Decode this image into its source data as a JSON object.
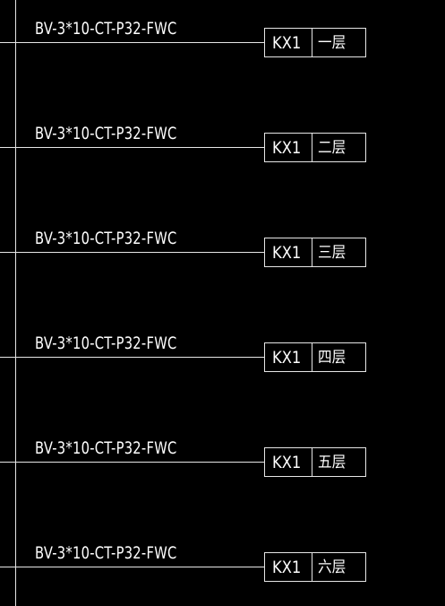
{
  "diagram": {
    "colors": {
      "background": "#000000",
      "line": "#e6e6e6",
      "text": "#ffffff"
    },
    "circuits": [
      {
        "cable": "BV-3*10-CT-P32-FWC",
        "box_id": "KX1",
        "floor": "一层"
      },
      {
        "cable": "BV-3*10-CT-P32-FWC",
        "box_id": "KX1",
        "floor": "二层"
      },
      {
        "cable": "BV-3*10-CT-P32-FWC",
        "box_id": "KX1",
        "floor": "三层"
      },
      {
        "cable": "BV-3*10-CT-P32-FWC",
        "box_id": "KX1",
        "floor": "四层"
      },
      {
        "cable": "BV-3*10-CT-P32-FWC",
        "box_id": "KX1",
        "floor": "五层"
      },
      {
        "cable": "BV-3*10-CT-P32-FWC",
        "box_id": "KX1",
        "floor": "六层"
      }
    ]
  }
}
